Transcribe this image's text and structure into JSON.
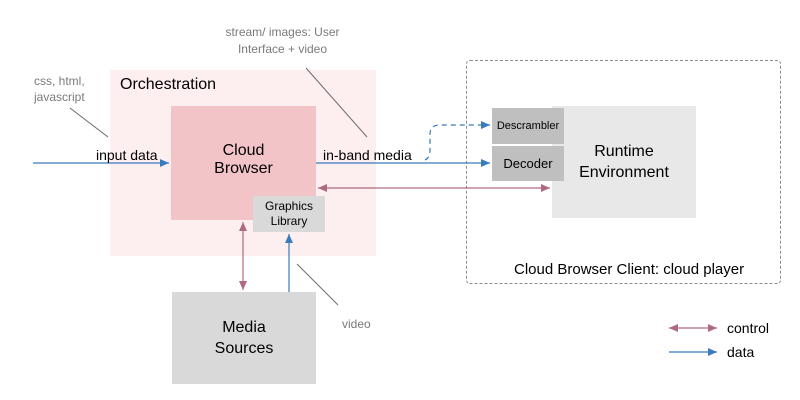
{
  "diagram": {
    "orchestration": {
      "title": "Orchestration"
    },
    "cloud_browser": {
      "line1": "Cloud",
      "line2": "Browser"
    },
    "graphics_library": {
      "line1": "Graphics",
      "line2": "Library"
    },
    "client": {
      "title": "Cloud Browser Client: cloud player"
    },
    "runtime": {
      "line1": "Runtime",
      "line2": "Environment"
    },
    "descrambler": {
      "label": "Descrambler"
    },
    "decoder": {
      "label": "Decoder"
    },
    "media_sources": {
      "line1": "Media",
      "line2": "Sources"
    },
    "annotations": {
      "css_html_js": "css, html,\njavascript",
      "stream_images": "stream/ images: User Interface + video",
      "video": "video"
    },
    "edge_labels": {
      "input_data": "input data",
      "in_band_media": "in-band media"
    }
  },
  "legend": {
    "control": "control",
    "data": "data"
  },
  "colors": {
    "control_arrow": "#b06a80",
    "data_arrow": "#3a7abf",
    "orchestration_fill": "#fdeef0",
    "cloud_browser_fill": "#f2c4c8",
    "gray_box_fill": "#d9d9d9",
    "module_fill": "#bfbfbf",
    "runtime_fill": "#e8e8e8"
  }
}
